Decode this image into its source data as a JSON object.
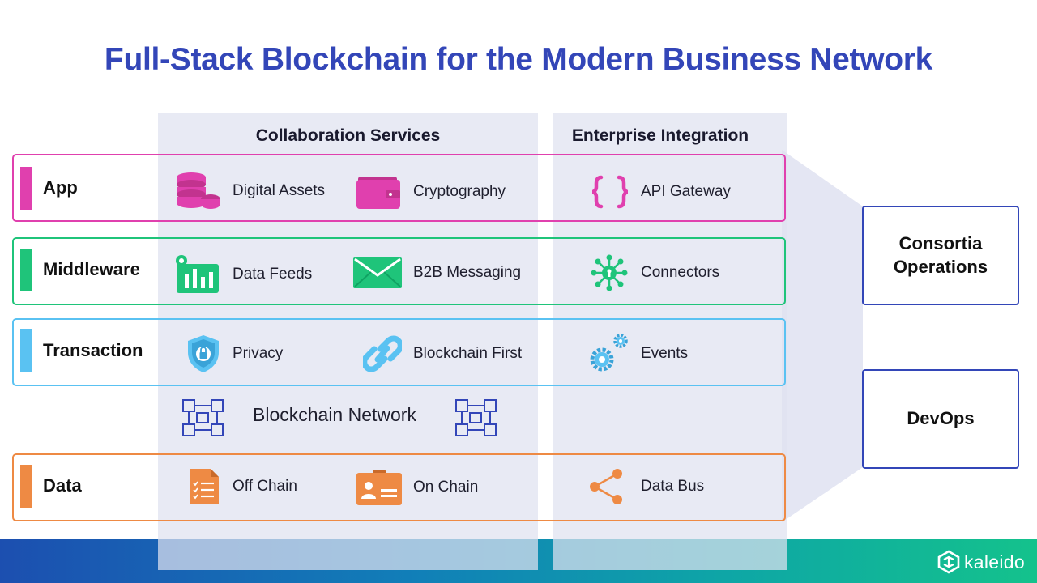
{
  "title": "Full-Stack Blockchain for the Modern Business Network",
  "columns": {
    "collaboration": "Collaboration Services",
    "enterprise": "Enterprise Integration"
  },
  "layers": {
    "app": {
      "label": "App",
      "color": "#e040ae",
      "items": [
        "Digital Assets",
        "Cryptography",
        "API Gateway"
      ],
      "icons": [
        "database-coins-icon",
        "wallet-icon",
        "curly-braces-icon"
      ]
    },
    "middleware": {
      "label": "Middleware",
      "color": "#1fc47a",
      "items": [
        "Data Feeds",
        "B2B Messaging",
        "Connectors"
      ],
      "icons": [
        "bar-chart-gear-icon",
        "envelope-icon",
        "network-hub-icon"
      ]
    },
    "transaction": {
      "label": "Transaction",
      "color": "#5ac2f2",
      "items": [
        "Privacy",
        "Blockchain First",
        "Events"
      ],
      "icons": [
        "shield-lock-icon",
        "chain-link-icon",
        "gears-icon"
      ]
    },
    "data": {
      "label": "Data",
      "color": "#ee8a44",
      "items": [
        "Off Chain",
        "On Chain",
        "Data Bus"
      ],
      "icons": [
        "document-list-icon",
        "id-card-icon",
        "share-icon"
      ]
    }
  },
  "blockchain_network": "Blockchain Network",
  "side_boxes": {
    "consortia": "Consortia Operations",
    "devops": "DevOps"
  },
  "brand": "kaleido",
  "accent_color": "#3346b8"
}
